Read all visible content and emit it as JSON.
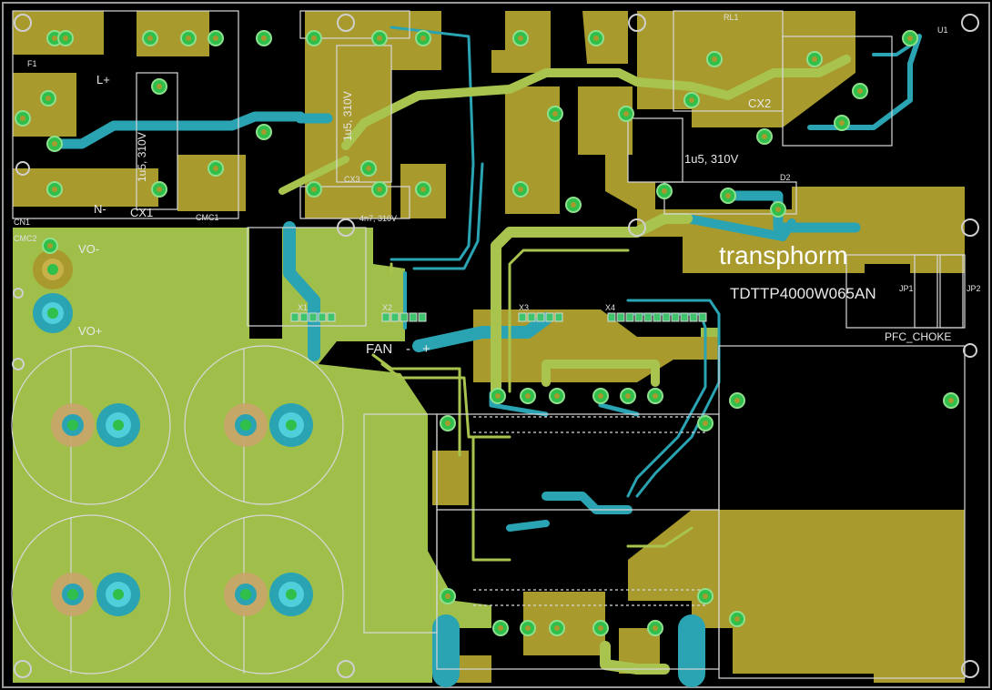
{
  "board": {
    "brand": "transphorm",
    "part_number": "TDTTP4000W065AN",
    "colors": {
      "background": "#000000",
      "copper_top": "#a89a2c",
      "copper_bottom": "#9fbf4a",
      "trace_blue": "#2aa3b3",
      "trace_green": "#a8c44f",
      "pad": "#2fbf4a",
      "silk": "#d8d8d8"
    }
  },
  "labels": {
    "l_plus": "L+",
    "n_minus": "N-",
    "cx1": "CX1",
    "cx1_value": "1u5, 310V",
    "cmc1": "CMC1",
    "cn1": "CN1",
    "fuse": "F1",
    "cx3_value": "1u5, 310V",
    "cx3": "CX3",
    "cap_value": "4n7, 310V",
    "cx2": "CX2",
    "cx2_value": "1u5, 310V",
    "d2": "D2",
    "u1": "U1",
    "vo_minus": "VO-",
    "vo_plus": "VO+",
    "fan": "FAN",
    "fan_minus": "-",
    "fan_plus": "+",
    "pfc_choke": "PFC_CHOKE",
    "jp1": "JP1",
    "jp2": "JP2",
    "x1": "X1",
    "x2": "X2",
    "x3": "X3",
    "x4": "X4",
    "rl1": "RL1",
    "cmc2": "CMC2"
  }
}
